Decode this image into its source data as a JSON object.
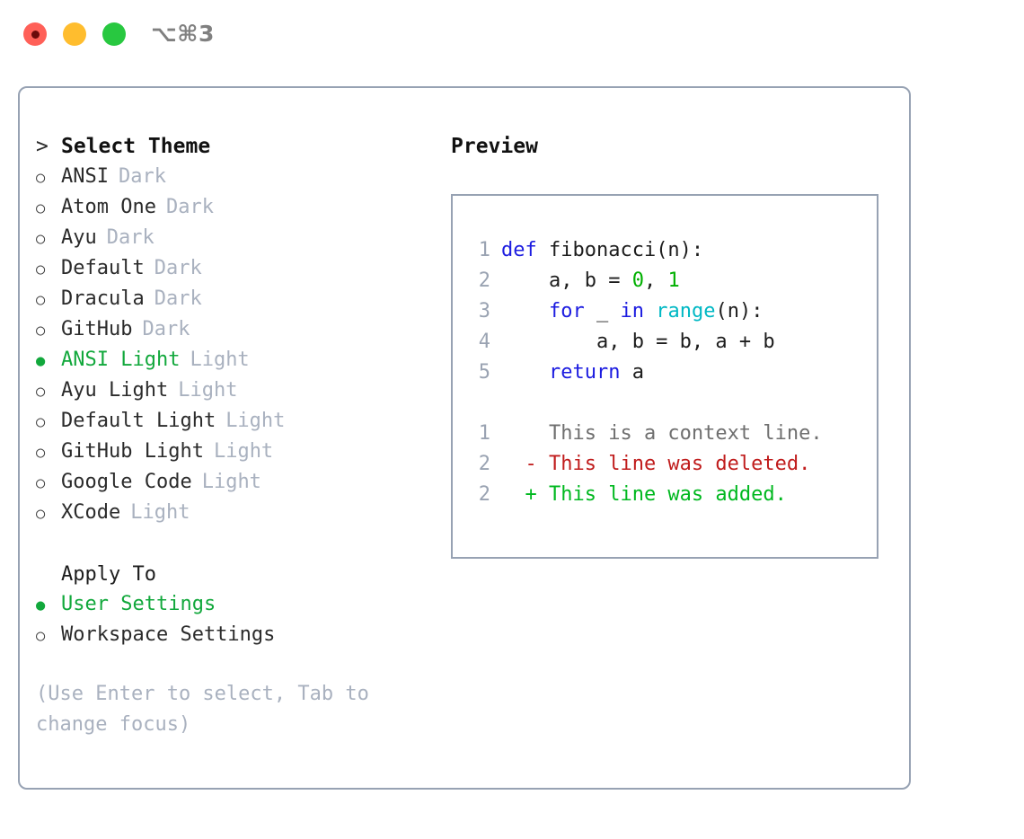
{
  "titlebar": {
    "traffic_lights": [
      {
        "name": "close",
        "color": "#ff6058"
      },
      {
        "name": "minimize",
        "color": "#ffbd2e"
      },
      {
        "name": "maximize",
        "color": "#28c840"
      }
    ],
    "shortcut": "⌥⌘3"
  },
  "theme_panel": {
    "header_marker": ">",
    "header": "Select Theme",
    "marker_off": "○",
    "marker_on": "●",
    "selected_color": "#12a83c",
    "items": [
      {
        "label": "ANSI",
        "suffix": "Dark",
        "selected": false
      },
      {
        "label": "Atom One",
        "suffix": "Dark",
        "selected": false
      },
      {
        "label": "Ayu",
        "suffix": "Dark",
        "selected": false
      },
      {
        "label": "Default",
        "suffix": "Dark",
        "selected": false
      },
      {
        "label": "Dracula",
        "suffix": "Dark",
        "selected": false
      },
      {
        "label": "GitHub",
        "suffix": "Dark",
        "selected": false
      },
      {
        "label": "ANSI Light",
        "suffix": "Light",
        "selected": true
      },
      {
        "label": "Ayu Light",
        "suffix": "Light",
        "selected": false
      },
      {
        "label": "Default Light",
        "suffix": "Light",
        "selected": false
      },
      {
        "label": "GitHub Light",
        "suffix": "Light",
        "selected": false
      },
      {
        "label": "Google Code",
        "suffix": "Light",
        "selected": false
      },
      {
        "label": "XCode",
        "suffix": "Light",
        "selected": false
      }
    ]
  },
  "apply_to": {
    "header": "Apply To",
    "items": [
      {
        "label": "User Settings",
        "selected": true
      },
      {
        "label": "Workspace Settings",
        "selected": false
      }
    ]
  },
  "hint": "(Use Enter to select, Tab to change focus)",
  "preview": {
    "title": "Preview",
    "code_lines": [
      {
        "no": "1",
        "tokens": [
          {
            "t": "def ",
            "c": "kw"
          },
          {
            "t": "fibonacci(n):",
            "c": "plain"
          }
        ]
      },
      {
        "no": "2",
        "tokens": [
          {
            "t": "    a, b = ",
            "c": "plain"
          },
          {
            "t": "0",
            "c": "num"
          },
          {
            "t": ", ",
            "c": "plain"
          },
          {
            "t": "1",
            "c": "num"
          }
        ]
      },
      {
        "no": "3",
        "tokens": [
          {
            "t": "    ",
            "c": "plain"
          },
          {
            "t": "for",
            "c": "kw"
          },
          {
            "t": " _ ",
            "c": "plain"
          },
          {
            "t": "in",
            "c": "kw"
          },
          {
            "t": " ",
            "c": "plain"
          },
          {
            "t": "range",
            "c": "fn"
          },
          {
            "t": "(n):",
            "c": "plain"
          }
        ]
      },
      {
        "no": "4",
        "tokens": [
          {
            "t": "        a, b = b, a + b",
            "c": "plain"
          }
        ]
      },
      {
        "no": "5",
        "tokens": [
          {
            "t": "    ",
            "c": "plain"
          },
          {
            "t": "return",
            "c": "kw"
          },
          {
            "t": " a",
            "c": "plain"
          }
        ]
      }
    ],
    "diff_lines": [
      {
        "no": "1",
        "sign": "  ",
        "text": "This is a context line.",
        "kind": "ctx"
      },
      {
        "no": "2",
        "sign": "- ",
        "text": "This line was deleted.",
        "kind": "del"
      },
      {
        "no": "2",
        "sign": "+ ",
        "text": "This line was added.",
        "kind": "add"
      }
    ]
  }
}
